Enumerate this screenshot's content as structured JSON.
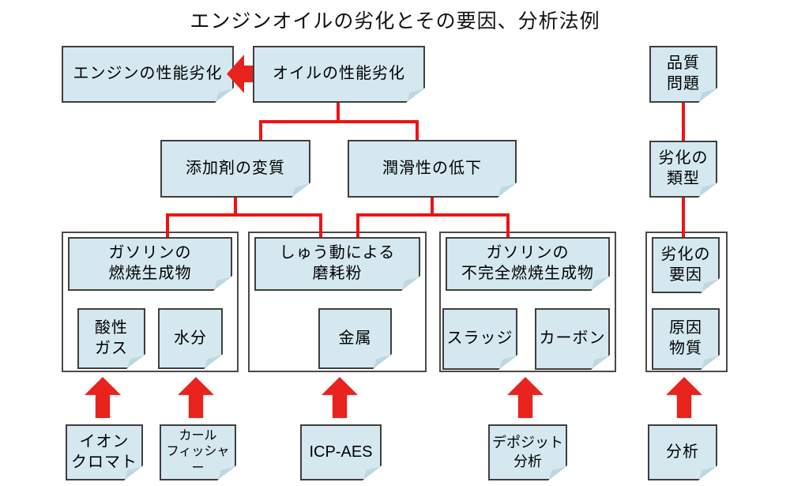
{
  "title": "エンジンオイルの劣化とその要因、分析法例",
  "colors": {
    "note_fill": "#d5e8f0",
    "note_border": "#3f3f3f",
    "connector_red": "#ee1313",
    "arrow_red": "#e8231d"
  },
  "flow": {
    "engine_perf": "エンジンの性能劣化",
    "oil_perf": "オイルの性能劣化",
    "additive_change": "添加剤の変質",
    "lubricity_drop": "潤滑性の低下",
    "groups": [
      {
        "header": "ガソリンの\n燃焼生成物",
        "items": [
          "酸性\nガス",
          "水分"
        ]
      },
      {
        "header": "しゅう動による\n磨耗粉",
        "items": [
          "金属"
        ]
      },
      {
        "header": "ガソリンの\n不完全燃焼生成物",
        "items": [
          "スラッジ",
          "カーボン"
        ]
      }
    ],
    "methods": [
      "イオン\nクロマト",
      "カール\nフィッシャー",
      "ICP-AES",
      "デポジット\n分析"
    ]
  },
  "legend": {
    "quality_problem": "品質\n問題",
    "degradation_type": "劣化の\n類型",
    "degradation_factor": "劣化の\n要因",
    "cause_substance": "原因\n物質",
    "analysis": "分析"
  }
}
